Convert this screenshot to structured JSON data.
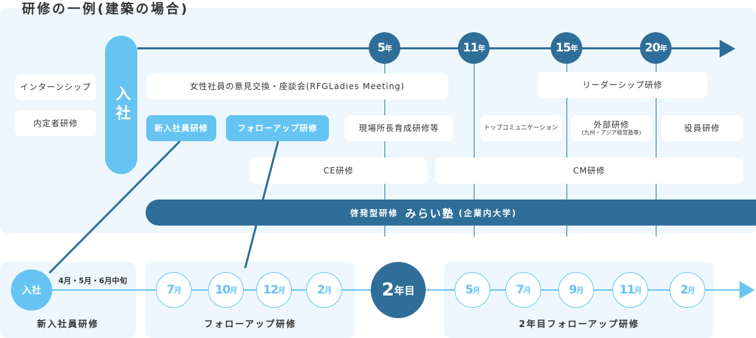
{
  "title": "研修の一例(建築の場合)",
  "entry": "入社",
  "milestones": [
    {
      "n": "5",
      "u": "年"
    },
    {
      "n": "11",
      "u": "年"
    },
    {
      "n": "15",
      "u": "年"
    },
    {
      "n": "20",
      "u": "年"
    }
  ],
  "pre": [
    "インターンシップ",
    "内定者研修"
  ],
  "boxes": {
    "ladies": "女性社員の意見交換・座談会(RFGLadies Meeting)",
    "leader": "リーダーシップ研修",
    "newhire": "新入社員研修",
    "follow": "フォローアップ研修",
    "site": "現場所長育成研修等",
    "topcomm": "トップコミュニケーション",
    "external": "外部研修",
    "external_sub": "(九州・アジア経営塾等)",
    "exec": "役員研修",
    "ce": "CE研修",
    "cm": "CM研修"
  },
  "mirai": {
    "pre": "啓発型研修",
    "main": "みらい塾",
    "post": "(企業内大学)"
  },
  "bottom": {
    "entry": "入社",
    "entry_months": "4月・5月・6月中旬",
    "months1": [
      {
        "n": "7",
        "u": "月"
      },
      {
        "n": "10",
        "u": "月"
      },
      {
        "n": "12",
        "u": "月"
      },
      {
        "n": "2",
        "u": "月"
      }
    ],
    "year2": {
      "n": "2",
      "u": "年目"
    },
    "months2": [
      {
        "n": "5",
        "u": "月"
      },
      {
        "n": "7",
        "u": "月"
      },
      {
        "n": "9",
        "u": "月"
      },
      {
        "n": "11",
        "u": "月"
      },
      {
        "n": "2",
        "u": "月"
      }
    ],
    "label1": "新入社員研修",
    "label2": "フォローアップ研修",
    "label3": "2年目フォローアップ研修"
  },
  "colors": {
    "dark": "#2f6e99",
    "light": "#66c4f2",
    "panel": "#edf7fd"
  }
}
